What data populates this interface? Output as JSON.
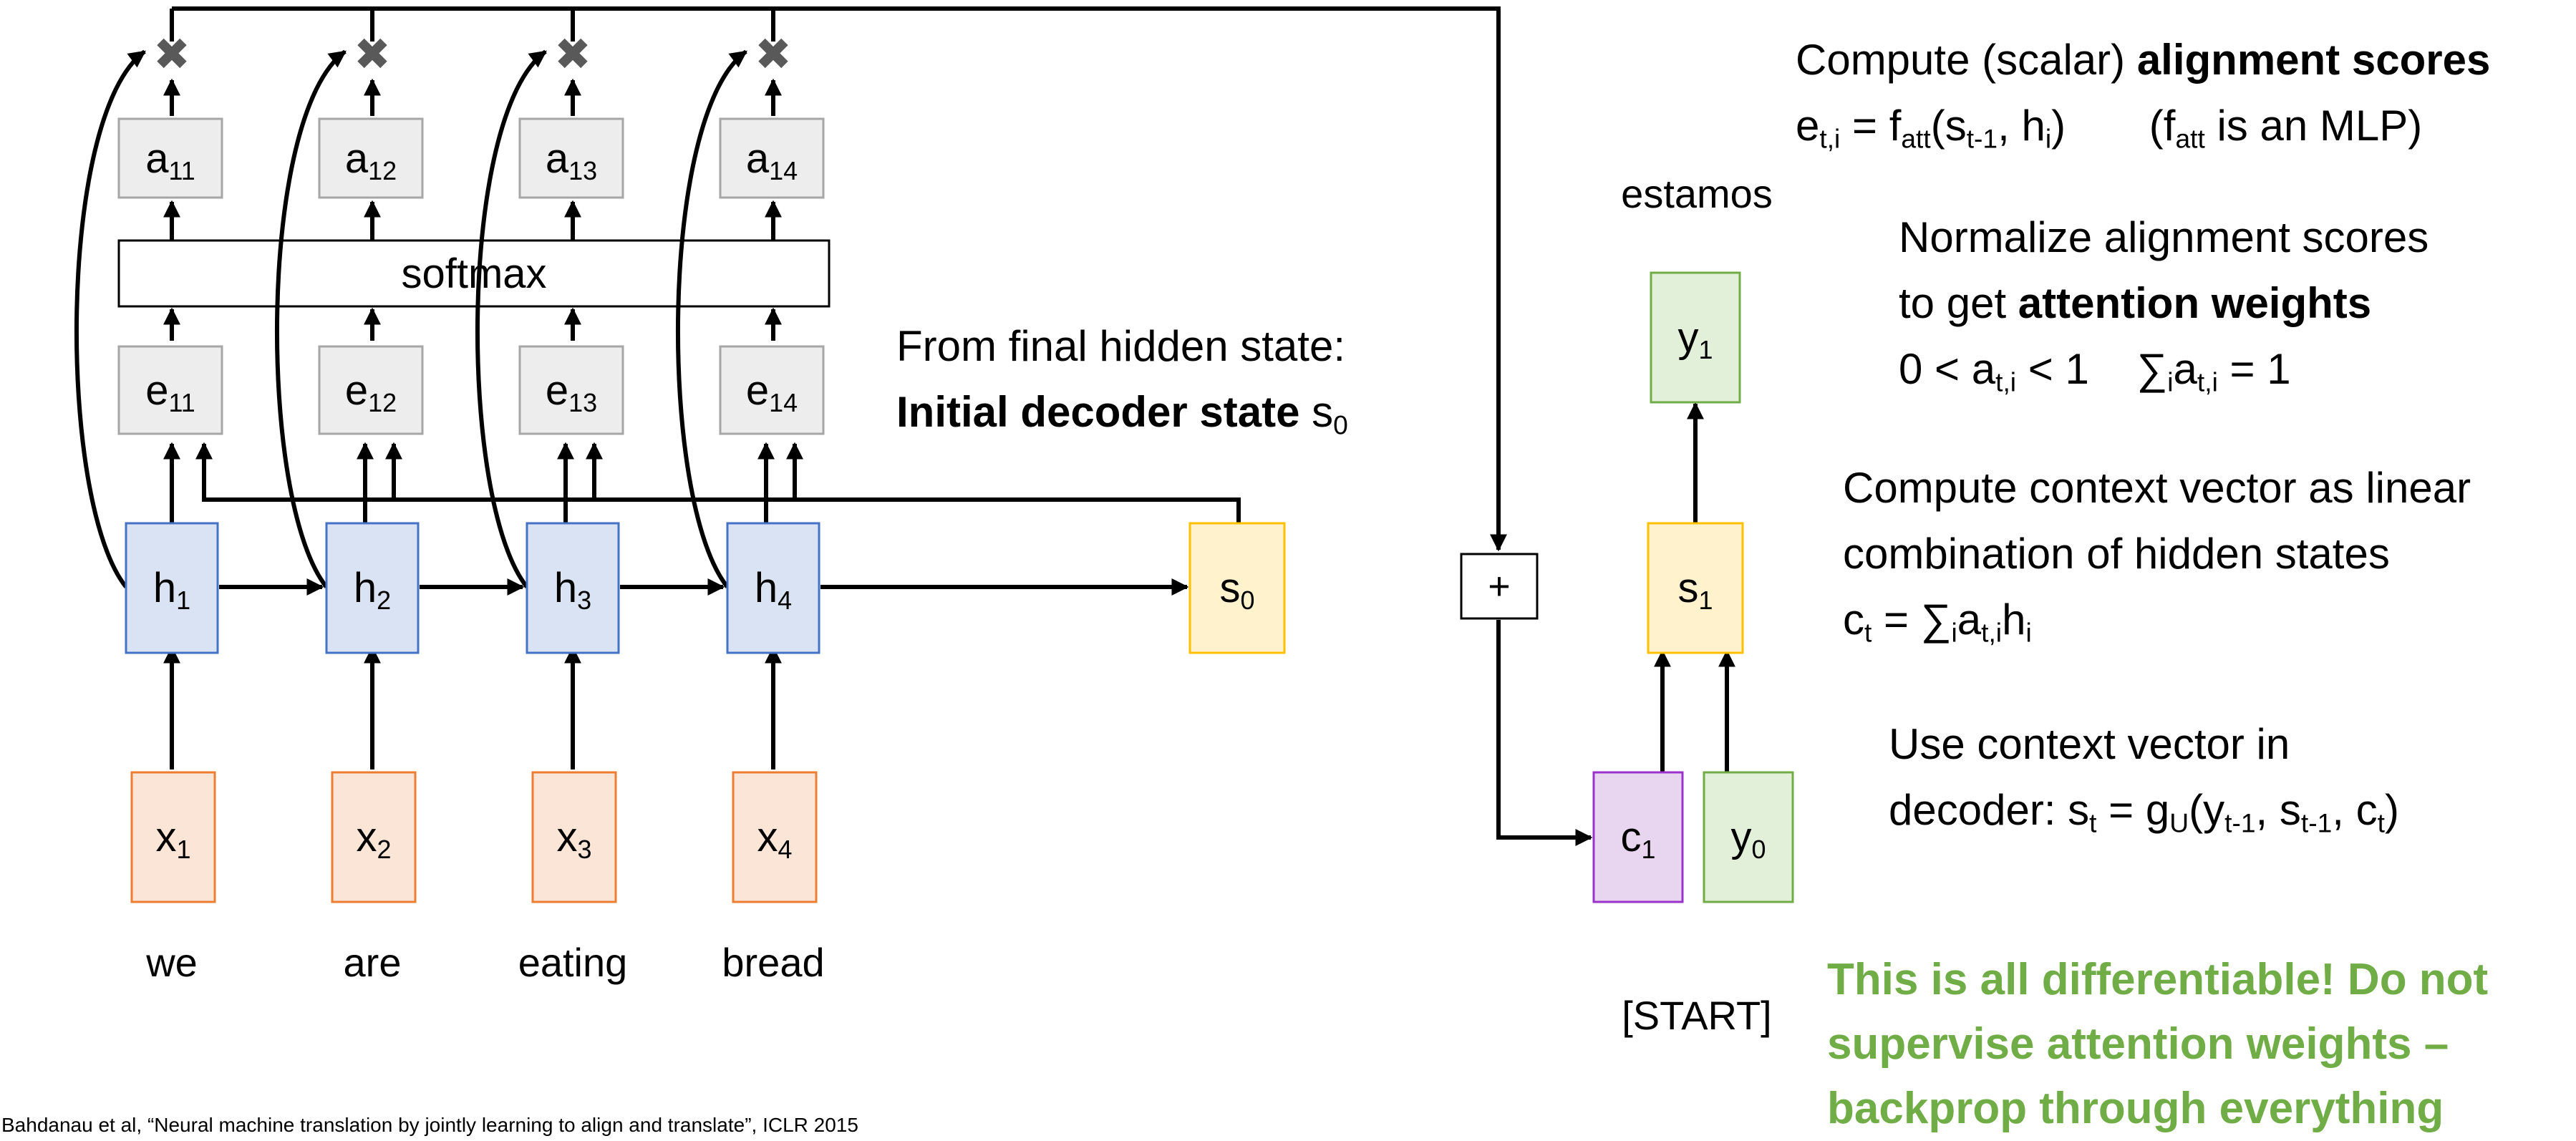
{
  "encoder": {
    "hidden_states": [
      "h1",
      "h2",
      "h3",
      "h4"
    ],
    "inputs": [
      "x1",
      "x2",
      "x3",
      "x4"
    ],
    "words": [
      "we",
      "are",
      "eating",
      "bread"
    ],
    "alignment_scores": [
      "e11",
      "e12",
      "e13",
      "e14"
    ],
    "attention_weights": [
      "a11",
      "a12",
      "a13",
      "a14"
    ],
    "softmax_label": "softmax",
    "multiply_symbol": "✖",
    "initial_state": "s0"
  },
  "decoder": {
    "plus_symbol": "+",
    "context": "c1",
    "state": "s1",
    "input": "y0",
    "output": "y1",
    "output_word": "estamos",
    "start_token": "[START]"
  },
  "notes": {
    "initial": {
      "line1": "From final hidden state:",
      "line2_bold": "Initial decoder state",
      "line2_tail": "s",
      "line2_sub": "0"
    },
    "compute_scores": {
      "line1_prefix": "Compute (scalar)",
      "line1_bold": "alignment scores",
      "f_att_note": "is an MLP)"
    },
    "normalize": {
      "line1": "Normalize alignment scores",
      "line2_prefix": "to get",
      "line2_bold": "attention weights"
    },
    "context": {
      "line1": "Compute context vector as linear",
      "line2": "combination of hidden states"
    },
    "use": {
      "line1": "Use context vector in",
      "line2_prefix": "decoder:"
    },
    "differentiable": [
      "This is all differentiable! Do not",
      "supervise attention weights –",
      "backprop through everything"
    ],
    "citation": "Bahdanau et al, “Neural machine translation by jointly learning to align and translate”, ICLR 2015"
  },
  "colors": {
    "hidden_fill": "#dae3f3",
    "hidden_stroke": "#4472c4",
    "input_fill": "#fbe5d6",
    "input_stroke": "#ed7d31",
    "state_fill": "#fff2cc",
    "state_stroke": "#ffc000",
    "output_fill": "#e2f0d9",
    "output_stroke": "#70ad47",
    "context_fill": "#e8d5f0",
    "context_stroke": "#9933cc",
    "grey_fill": "#ededed",
    "grey_stroke": "#a6a6a6",
    "multiply": "#595959",
    "green_text": "#70ad47"
  }
}
